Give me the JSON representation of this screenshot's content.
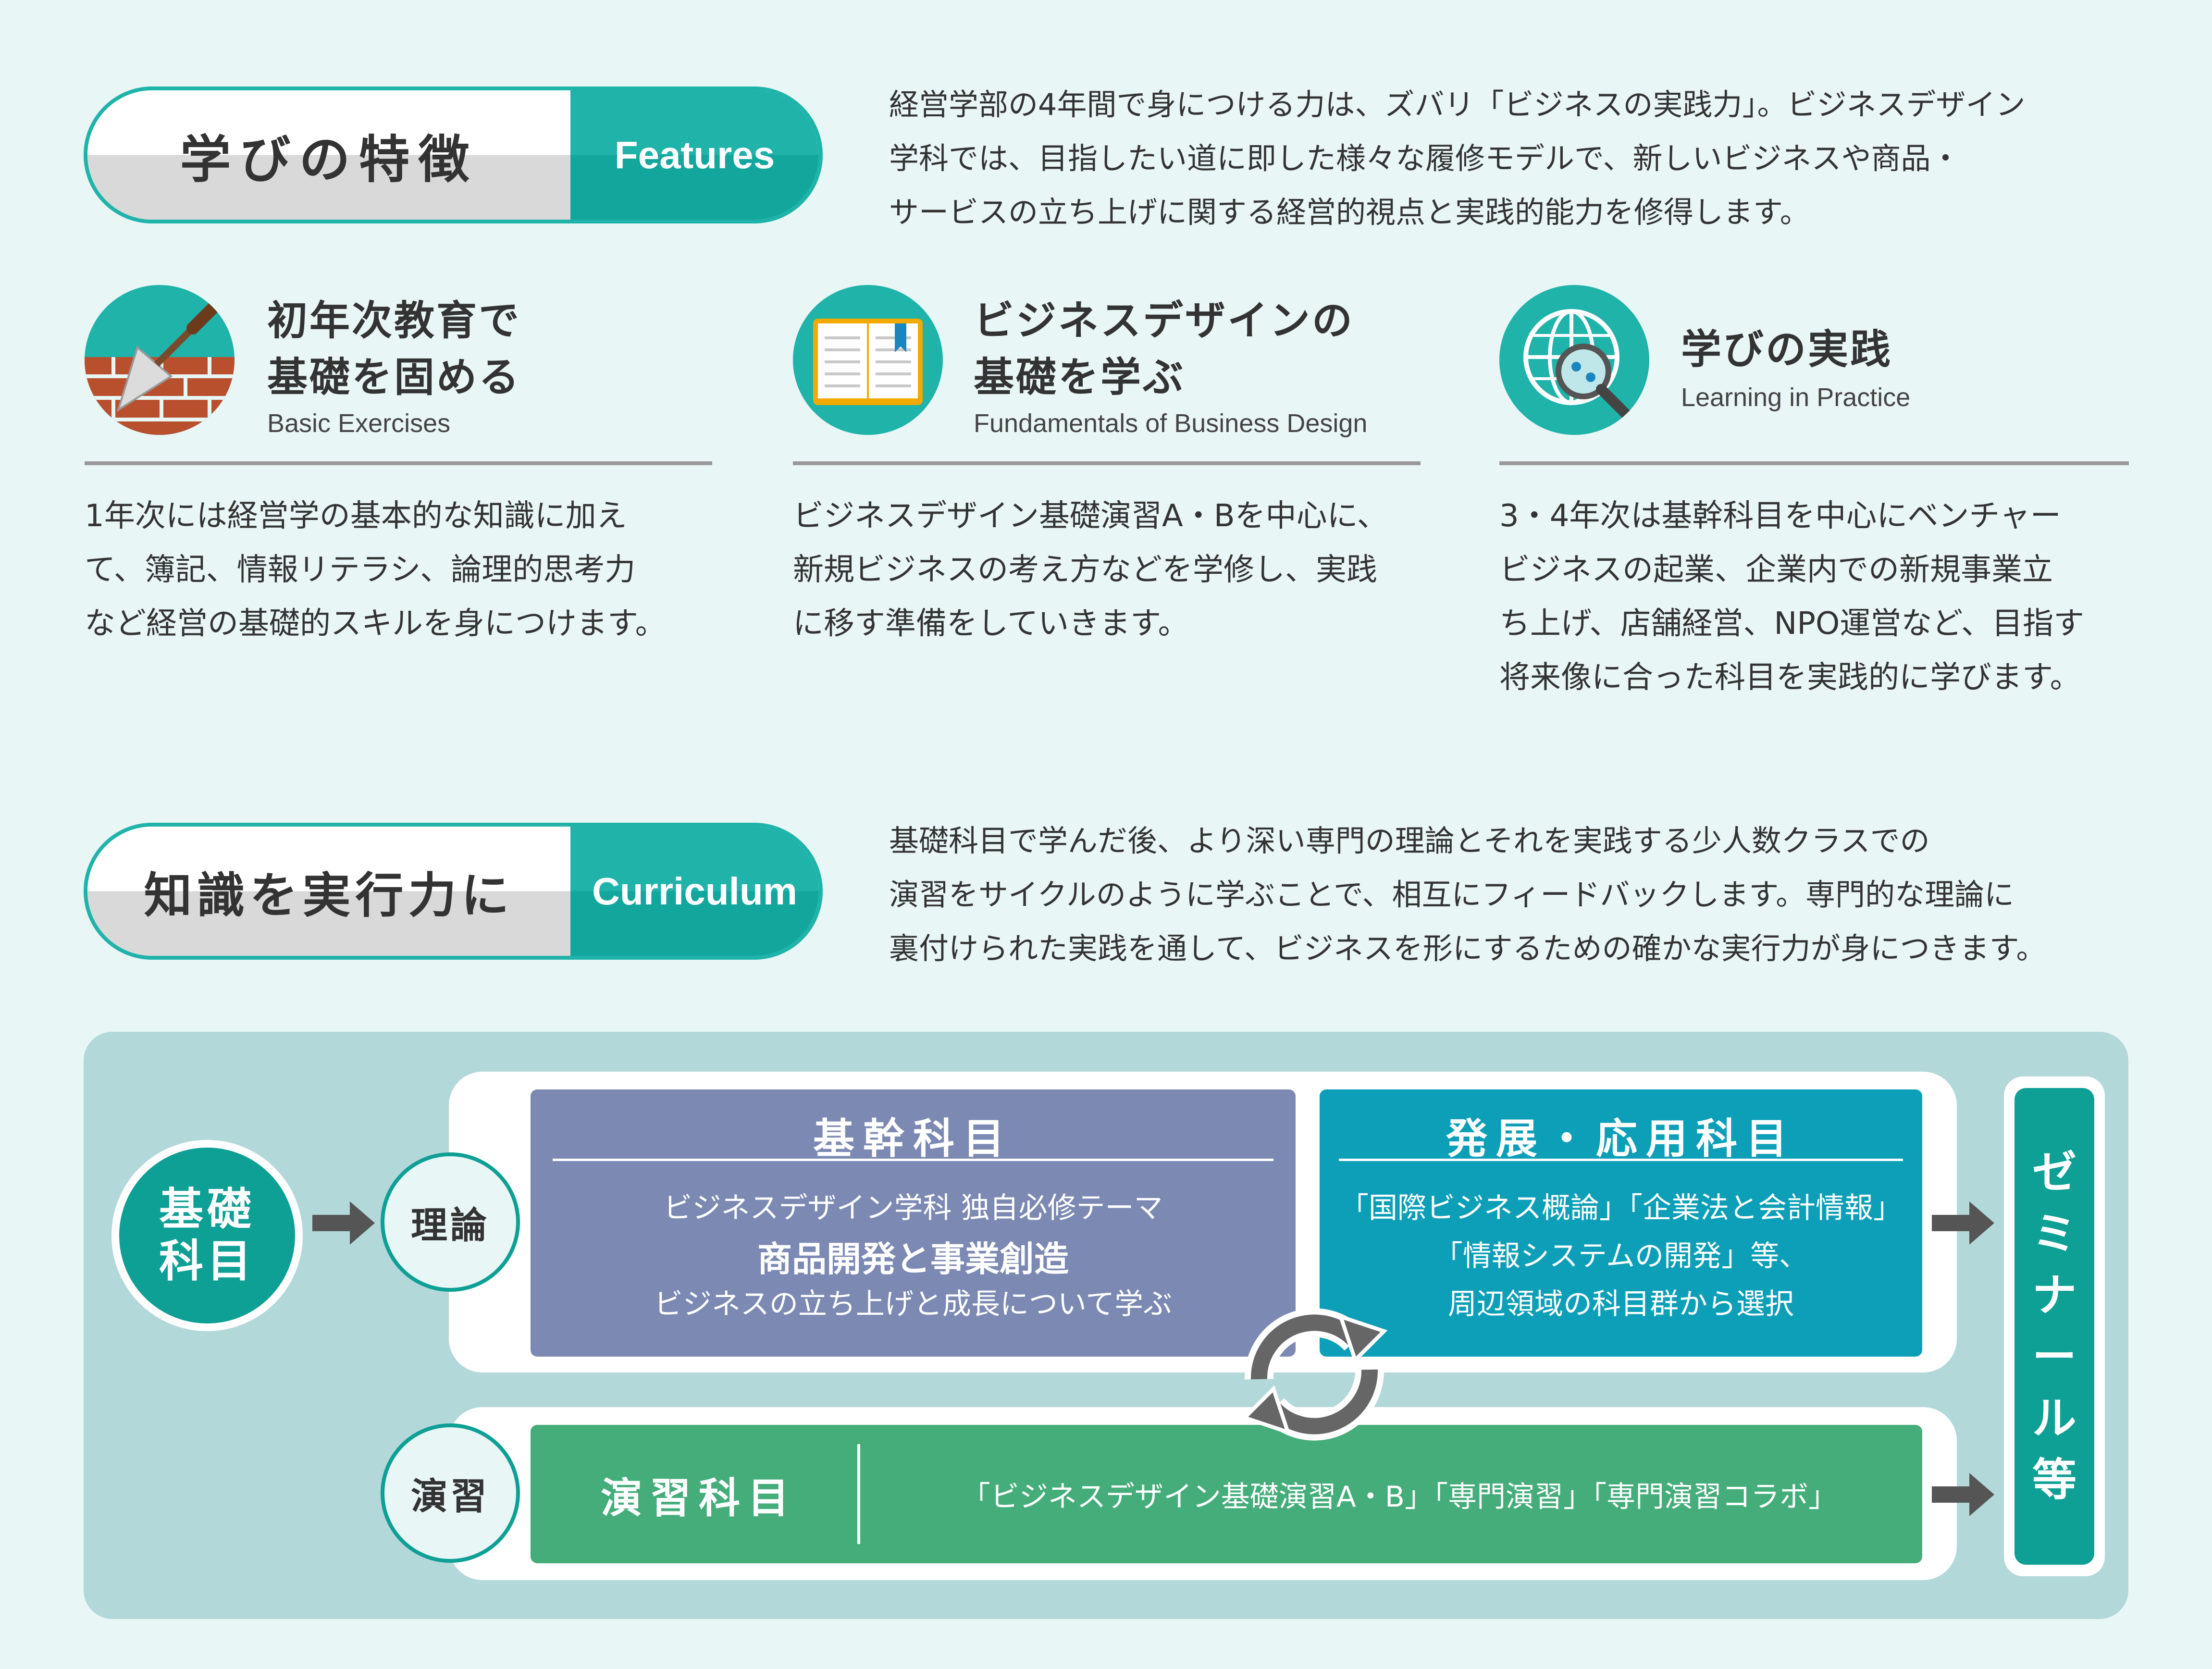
{
  "features_header": {
    "jp": "学びの特徴",
    "en": "Features"
  },
  "features_intro": [
    "経営学部の4年間で身につける力は、ズバリ「ビジネスの実践力」。ビジネスデザイン",
    "学科では、目指したい道に即した様々な履修モデルで、新しいビジネスや商品・",
    "サービスの立ち上げに関する経営的視点と実践的能力を修得します。"
  ],
  "features": [
    {
      "title": [
        "初年次教育で",
        "基礎を固める"
      ],
      "en": "Basic Exercises",
      "icon": "trowel-brick-icon",
      "body": [
        "1年次には経営学の基本的な知識に加え",
        "て、簿記、情報リテラシ、論理的思考力",
        "など経営の基礎的スキルを身につけます。"
      ]
    },
    {
      "title": [
        "ビジネスデザインの",
        "基礎を学ぶ"
      ],
      "en": "Fundamentals of Business Design",
      "icon": "open-book-icon",
      "body": [
        "ビジネスデザイン基礎演習A・Bを中心に、",
        "新規ビジネスの考え方などを学修し、実践",
        "に移す準備をしていきます。"
      ]
    },
    {
      "title": [
        "学びの実践"
      ],
      "en": "Learning in Practice",
      "icon": "globe-magnifier-icon",
      "body": [
        "3・4年次は基幹科目を中心にベンチャー",
        "ビジネスの起業、企業内での新規事業立",
        "ち上げ、店舗経営、NPO運営など、目指す",
        "将来像に合った科目を実践的に学びます。"
      ]
    }
  ],
  "curriculum_header": {
    "jp": "知識を実行力に",
    "en": "Curriculum"
  },
  "curriculum_intro": [
    "基礎科目で学んだ後、より深い専門の理論とそれを実践する少人数クラスでの",
    "演習をサイクルのように学ぶことで、相互にフィードバックします。専門的な理論に",
    "裏付けられた実践を通して、ビジネスを形にするための確かな実行力が身につきます。"
  ],
  "diagram": {
    "base": [
      "基礎",
      "科目"
    ],
    "theory": "理論",
    "practice": "演習",
    "core": {
      "title": "基幹科目",
      "line1": "ビジネスデザイン学科 独自必修テーマ",
      "line2": "商品開発と事業創造",
      "line3": "ビジネスの立ち上げと成長について学ぶ"
    },
    "advanced": {
      "title": "発展・応用科目",
      "line1": "「国際ビジネス概論」「企業法と会計情報」",
      "line2": "「情報システムの開発」等、",
      "line3": "周辺領域の科目群から選択"
    },
    "exercise": {
      "title": "演習科目",
      "courses": "「ビジネスデザイン基礎演習A・B」「専門演習」「専門演習コラボ」"
    },
    "seminar": [
      "ゼ",
      "ミ",
      "ナ",
      "ー",
      "ル",
      "等"
    ],
    "colors": {
      "teal": "#0e9f95",
      "core": "#7b89b3",
      "advanced": "#0d9fb8",
      "exercise": "#45ad7a",
      "panel_bg": "#b3d8d9"
    }
  }
}
